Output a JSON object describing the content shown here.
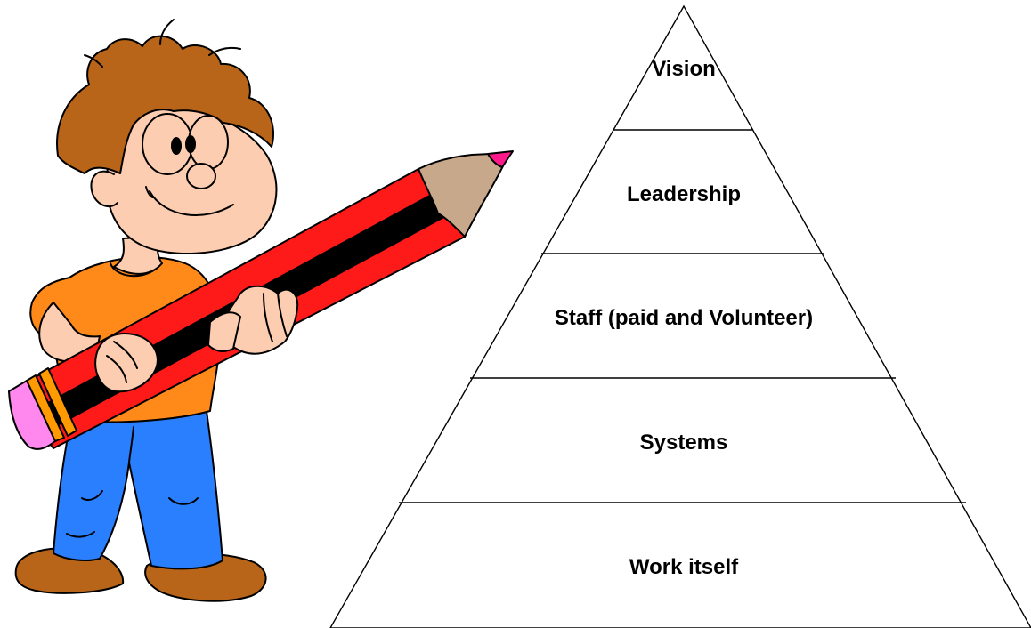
{
  "diagram": {
    "levels": [
      {
        "label": "Vision"
      },
      {
        "label": "Leadership"
      },
      {
        "label": "Staff (paid and Volunteer)"
      },
      {
        "label": "Systems"
      },
      {
        "label": "Work itself"
      }
    ]
  },
  "colors": {
    "line": "#000000",
    "background": "#ffffff",
    "hair": "#b8651a",
    "skin": "#fccdb0",
    "shirt": "#ff8a1a",
    "jeans": "#2a7fff",
    "shoes": "#b8651a",
    "pencil_body": "#ff1a1a",
    "pencil_stripe": "#000000",
    "pencil_band": "#ff9a00",
    "eraser": "#ff88ee",
    "pencil_wood": "#c8a88a",
    "pencil_tip": "#ff1a8c"
  },
  "illustration": {
    "icon": "boy-with-pencil-icon"
  }
}
